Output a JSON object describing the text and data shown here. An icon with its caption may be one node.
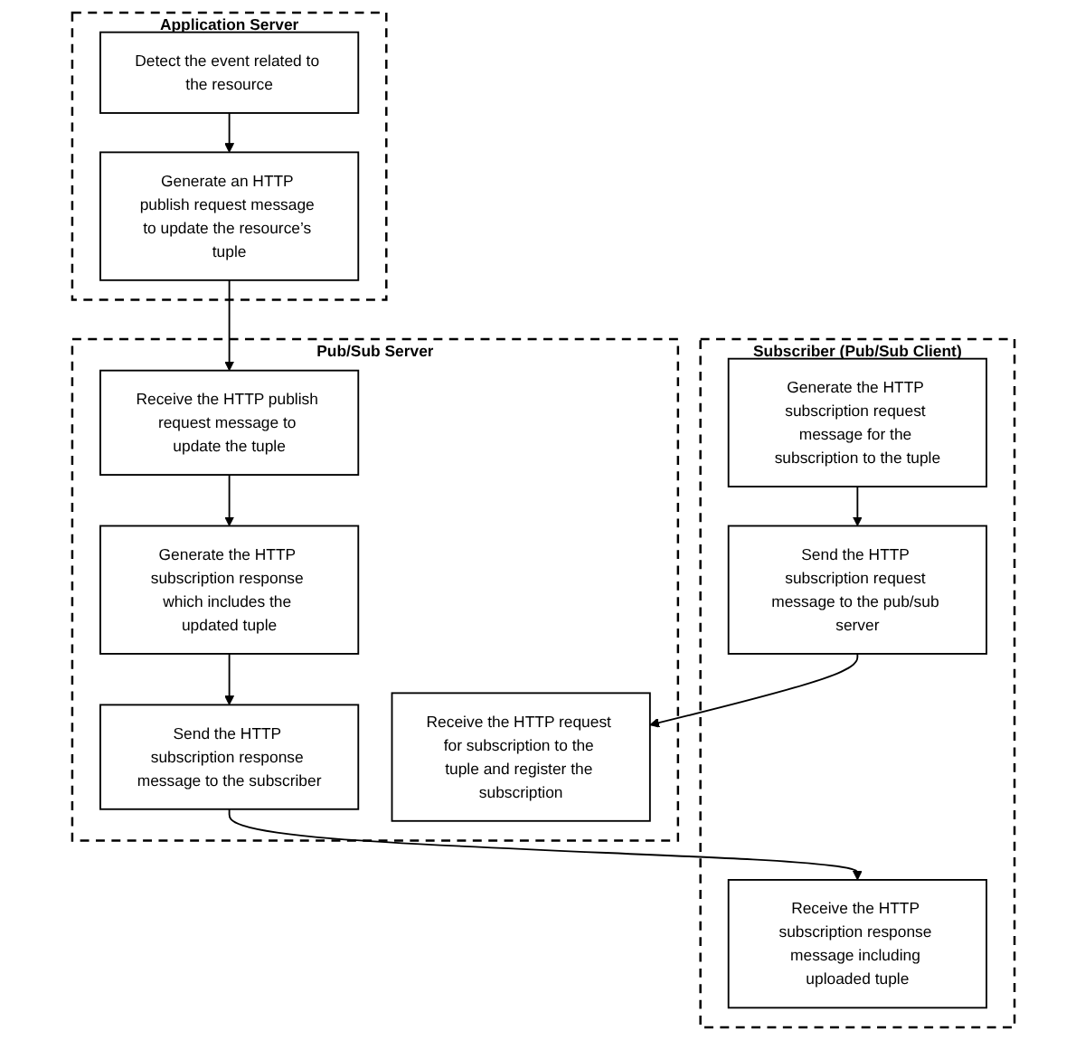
{
  "diagram": {
    "nodes": [
      {
        "text": [
          "Subscriber (Pub/Sub Client)"
        ]
      },
      {
        "text": [
          "Generate the HTTP subscription request message for the subscription to the tuple"
        ],
        "in": 0
      },
      {
        "text": [
          "Send the HTTP subscription request message to the pub/sub server"
        ],
        "in": 0
      },
      {
        "text": [
          "Receive the HTTP subscription response message including uploaded tuple"
        ],
        "in": 0
      },
      {
        "text": [
          "Pub/Sub Server"
        ]
      },
      {
        "text": [
          "Receive the HTTP request for subscription to the tuple and register the subscription"
        ],
        "in": 4
      },
      {
        "text": [
          "Receive the HTTP publish request message to update the tuple"
        ],
        "in": 4
      },
      {
        "text": [
          "Generate the HTTP subscription response which includes the updated tuple"
        ],
        "in": 4
      },
      {
        "text": [
          "Send the HTTP subscription response message to the subscriber"
        ],
        "in": 4
      },
      {
        "text": [
          "Application Server"
        ]
      },
      {
        "text": [
          "Detect the event related to the resource"
        ],
        "in": 9
      },
      {
        "text": [
          "Generate an HTTP publish request message to update the resource’s tuple"
        ],
        "in": 9
      }
    ],
    "edges": [
      {
        "from": 1,
        "to": 2,
        "arrow": "to"
      },
      {
        "from": 2,
        "to": 5,
        "arrow": "to"
      },
      {
        "from": 10,
        "to": 11,
        "arrow": "to"
      },
      {
        "from": 11,
        "to": 6,
        "arrow": "to"
      },
      {
        "from": 6,
        "to": 7,
        "arrow": "to"
      },
      {
        "from": 7,
        "to": 8,
        "arrow": "to"
      },
      {
        "from": 8,
        "to": 3,
        "arrow": "to"
      }
    ]
  }
}
